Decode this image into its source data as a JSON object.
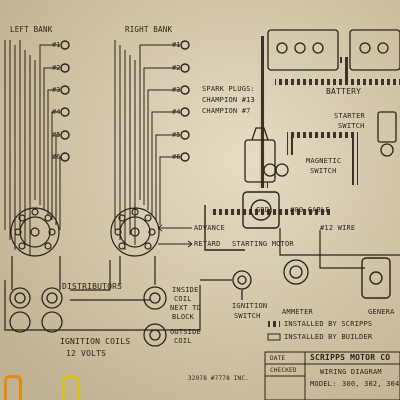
{
  "banks": {
    "left": {
      "title": "LEFT BANK",
      "plugs": [
        "#1",
        "#2",
        "#3",
        "#4",
        "#5",
        "#6"
      ]
    },
    "right": {
      "title": "RIGHT BANK",
      "plugs": [
        "#1",
        "#2",
        "#3",
        "#4",
        "#5",
        "#6"
      ]
    }
  },
  "labels": {
    "spark_plugs": "SPARK PLUGS:",
    "champion_13": "CHAMPION #13",
    "champion_7": "CHAMPION #7",
    "battery": "BATTERY",
    "starter": "STARTER",
    "starter_switch": "SWITCH",
    "magnetic": "MAGNETIC",
    "magnetic_switch": "SWITCH",
    "grd": "GRD",
    "cable": "#00 CABLE",
    "wire12": "#12 WIRE",
    "advance": "ADVANCE",
    "retard": "RETARD",
    "starting_motor": "STARTING MOTOR",
    "distributors": "DISTRIBUTORS",
    "inside": "INSIDE",
    "coil": "COIL",
    "next_to": "NEXT TO",
    "block": "BLOCK",
    "outside": "OUTSIDE",
    "coil2": "COIL",
    "ignition_coils": "IGNITION COILS",
    "volts": "12 VOLTS",
    "ignition": "IGNITION",
    "ignition_switch": "SWITCH",
    "ammeter": "AMMETER",
    "generator": "GENERA",
    "stamp": "32078 #7778 INC."
  },
  "legend": {
    "scripps": "INSTALLED BY SCRIPPS",
    "builder": "INSTALLED BY BUILDER"
  },
  "title_block": {
    "company": "SCRIPPS MOTOR CO",
    "diagram": "WIRING DIAGRAM",
    "model_prefix": "MODEL:",
    "models": "300, 302, 304",
    "field1": "DATE",
    "field2": "CHECKED"
  },
  "colors": {
    "paper": "#d8cdb0",
    "ink": "#2a2418",
    "scripps_wire": "#3b3326",
    "builder_wire": "#8a7e66"
  }
}
